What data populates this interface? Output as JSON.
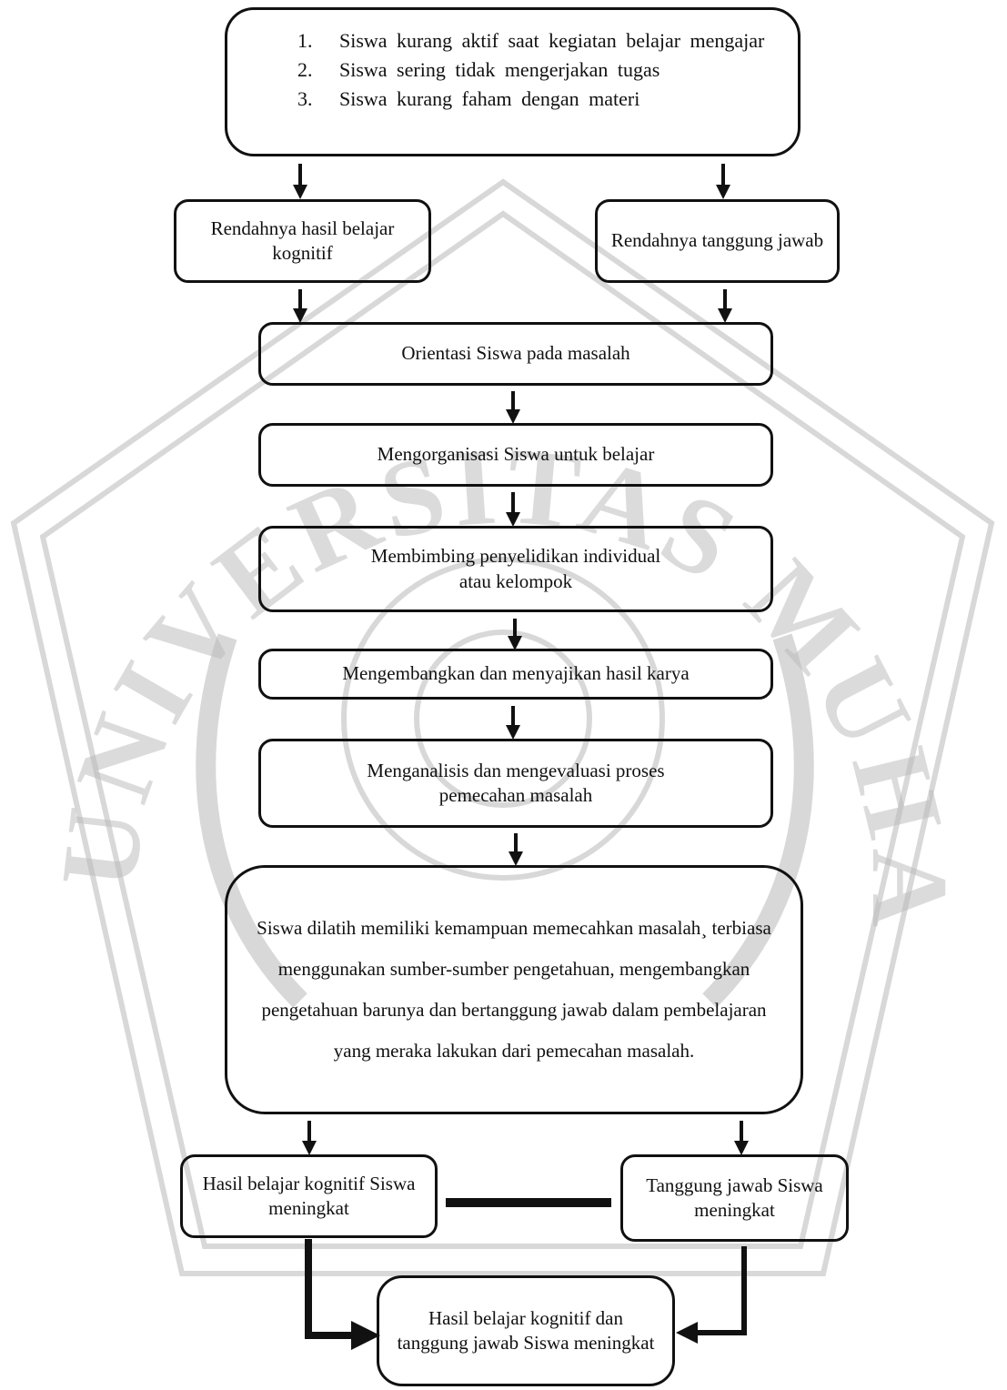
{
  "watermark": {
    "text": "UNIVERSITAS MUHAMMADIYAH MALANG",
    "color": "#b9b9b9"
  },
  "problems": [
    "Siswa kurang aktif saat kegiatan belajar mengajar",
    "Siswa sering tidak mengerjakan tugas",
    "Siswa kurang faham dengan materi"
  ],
  "issues": {
    "left": "Rendahnya hasil belajar kognitif",
    "right": "Rendahnya tanggung jawab"
  },
  "steps": [
    "Orientasi Siswa pada masalah",
    "Mengorganisasi Siswa untuk belajar",
    "Membimbing penyelidikan individual atau kelompok",
    "Mengembangkan dan menyajikan hasil karya",
    "Menganalisis dan mengevaluasi proses pemecahan masalah"
  ],
  "conclusion": "Siswa dilatih memiliki kemampuan memecahkan masalah¸ terbiasa menggunakan sumber-sumber pengetahuan, mengembangkan pengetahuan barunya dan bertanggung jawab dalam pembelajaran yang meraka lakukan dari pemecahan masalah.",
  "outcomes": {
    "left": "Hasil belajar kognitif Siswa meningkat",
    "right": "Tanggung jawab Siswa meningkat"
  },
  "final": "Hasil belajar kognitif dan tanggung jawab Siswa meningkat",
  "colors": {
    "stroke": "#111111",
    "watermark": "#b9b9b9"
  }
}
